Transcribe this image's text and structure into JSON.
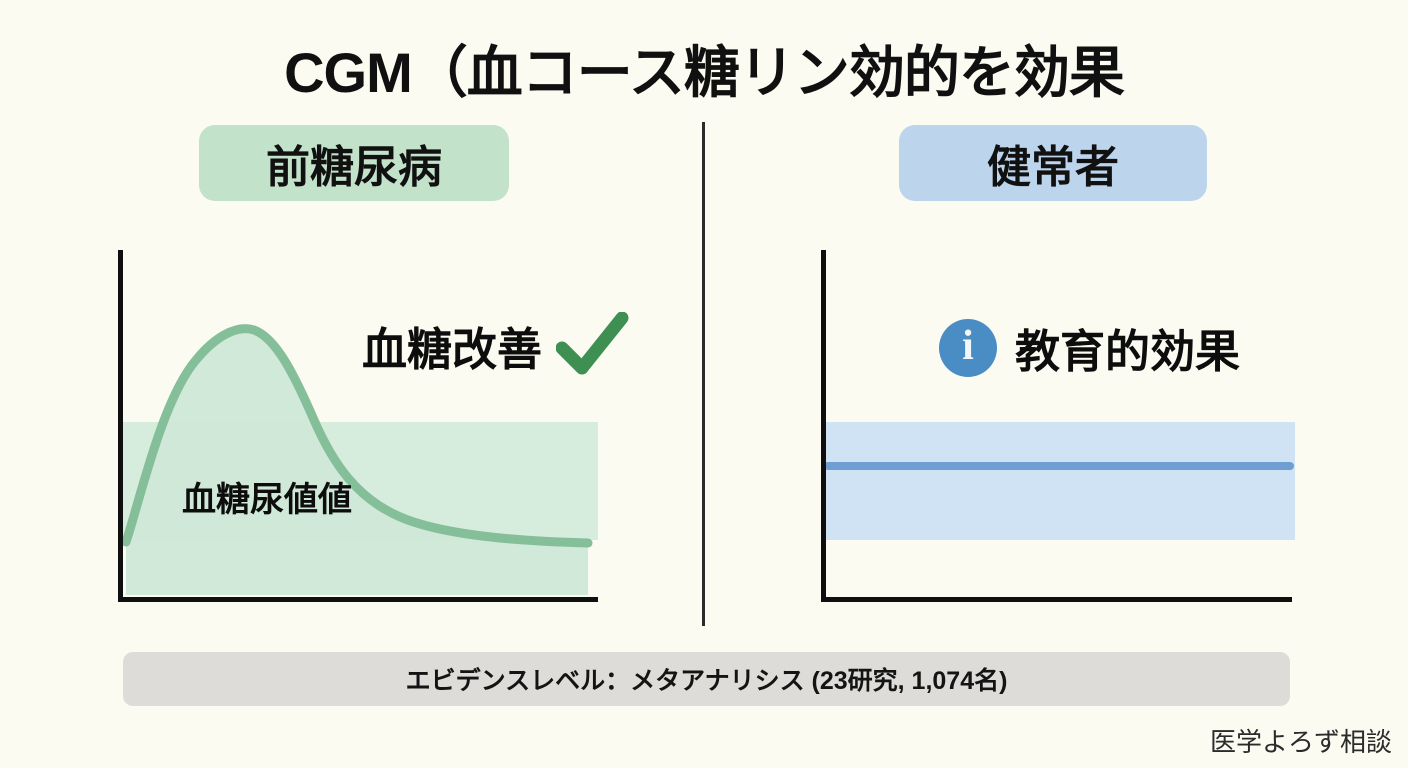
{
  "slide": {
    "title": "CGM（血コース糖リン効的を効果",
    "background_color": "#fbfbf2"
  },
  "columns": [
    {
      "badge_label": "前糖尿病",
      "badge_color": "#c3e2ca",
      "annotation_text": "血糖改善",
      "annotation_icon": "green-check-icon",
      "band_label": "血糖尿値値",
      "band_color": "#d6ecdd",
      "curve_color": "#7fbd96"
    },
    {
      "badge_label": "健常者",
      "badge_color": "#bdd5ec",
      "annotation_text": "教育的効果",
      "annotation_icon": "info-icon",
      "band_label": "",
      "band_color": "#cfe3f5",
      "line_color": "#6f9ed3"
    }
  ],
  "icons": {
    "info_glyph": "i"
  },
  "footer": {
    "evidence_text": "エビデンスレベル：メタアナリシス (23研究, 1,074名)",
    "bar_color": "#dddcd8"
  },
  "watermark": {
    "label": "医学よろず相談"
  },
  "chart_data": [
    {
      "type": "area",
      "title": "前糖尿病",
      "xlabel": "",
      "ylabel": "",
      "grid": false,
      "legend": "none",
      "series": [
        {
          "name": "血糖尿値値",
          "x": [
            0,
            5,
            12,
            20,
            28,
            35,
            42,
            50,
            58,
            66,
            74,
            82,
            90,
            100
          ],
          "values": [
            18,
            34,
            58,
            78,
            88,
            86,
            74,
            58,
            44,
            34,
            28,
            24,
            22,
            21
          ]
        }
      ],
      "reference_band": {
        "label": "血糖尿値値",
        "y_low": 17,
        "y_high": 51
      },
      "annotation": "血糖改善 ✓",
      "xlim": [
        0,
        100
      ],
      "ylim": [
        0,
        100
      ]
    },
    {
      "type": "line",
      "title": "健常者",
      "xlabel": "",
      "ylabel": "",
      "grid": false,
      "legend": "none",
      "series": [
        {
          "name": "健常者血糖",
          "x": [
            0,
            20,
            40,
            60,
            80,
            100
          ],
          "values": [
            39,
            39,
            39,
            39,
            39,
            39
          ]
        }
      ],
      "reference_band": {
        "label": "",
        "y_low": 17,
        "y_high": 51
      },
      "annotation": "ⓘ 教育的効果",
      "xlim": [
        0,
        100
      ],
      "ylim": [
        0,
        100
      ]
    }
  ]
}
